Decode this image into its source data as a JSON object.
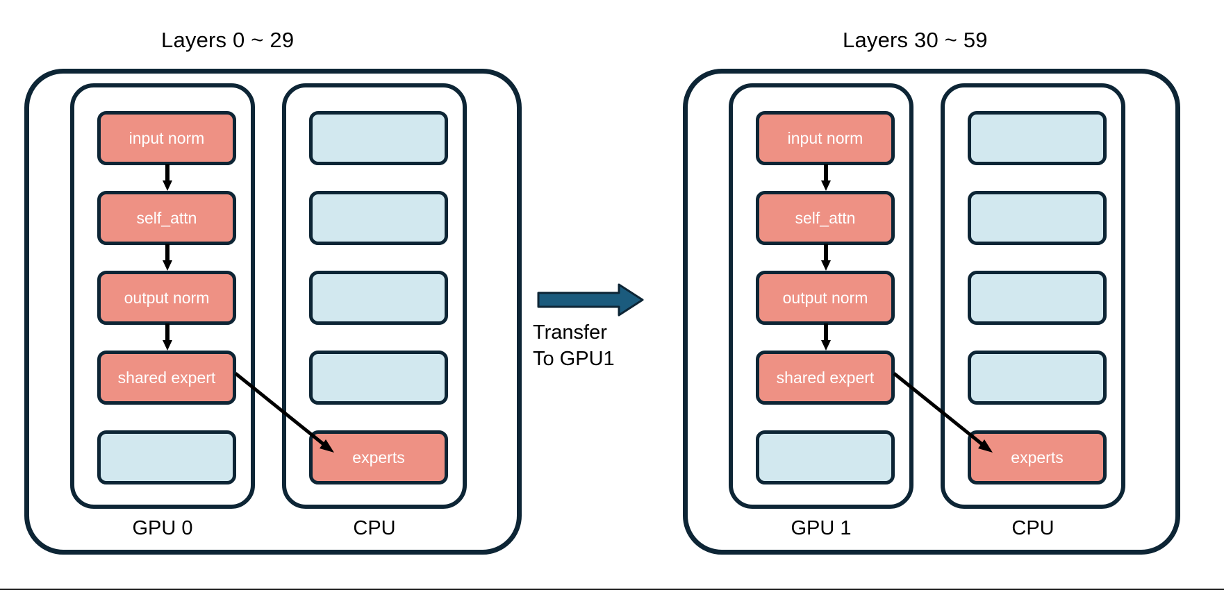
{
  "diagram": {
    "title_left": "Layers 0 ~ 29",
    "title_right": "Layers 30 ~ 59",
    "colors": {
      "stroke": "#0d2535",
      "active_block": "#ee9184",
      "inactive_block": "#d2e8ef",
      "transfer_arrow": "#1b5b7d",
      "flow_arrow": "#000000",
      "background": "#ffffff",
      "block_label": "#ffffff"
    },
    "devices": [
      {
        "id": "device-left",
        "title": "Layers 0 ~ 29",
        "columns": [
          {
            "id": "gpu0",
            "label": "GPU 0",
            "blocks": [
              {
                "label": "input norm",
                "state": "active"
              },
              {
                "label": "self_attn",
                "state": "active"
              },
              {
                "label": "output norm",
                "state": "active"
              },
              {
                "label": "shared expert",
                "state": "active"
              },
              {
                "label": "",
                "state": "inactive"
              }
            ]
          },
          {
            "id": "cpu0",
            "label": "CPU",
            "blocks": [
              {
                "label": "",
                "state": "inactive"
              },
              {
                "label": "",
                "state": "inactive"
              },
              {
                "label": "",
                "state": "inactive"
              },
              {
                "label": "",
                "state": "inactive"
              },
              {
                "label": "experts",
                "state": "active"
              }
            ]
          }
        ]
      },
      {
        "id": "device-right",
        "title": "Layers 30 ~ 59",
        "columns": [
          {
            "id": "gpu1",
            "label": "GPU 1",
            "blocks": [
              {
                "label": "input norm",
                "state": "active"
              },
              {
                "label": "self_attn",
                "state": "active"
              },
              {
                "label": "output norm",
                "state": "active"
              },
              {
                "label": "shared expert",
                "state": "active"
              },
              {
                "label": "",
                "state": "inactive"
              }
            ]
          },
          {
            "id": "cpu1",
            "label": "CPU",
            "blocks": [
              {
                "label": "",
                "state": "inactive"
              },
              {
                "label": "",
                "state": "inactive"
              },
              {
                "label": "",
                "state": "inactive"
              },
              {
                "label": "",
                "state": "inactive"
              },
              {
                "label": "experts",
                "state": "active"
              }
            ]
          }
        ]
      }
    ],
    "transfer": {
      "label": "Transfer\nTo GPU1",
      "label_line1": "Transfer",
      "label_line2": "To GPU1",
      "direction": "left-to-right",
      "from": "GPU 0",
      "to": "GPU 1"
    },
    "offload_edges": [
      {
        "from": "shared expert",
        "to": "experts",
        "device": "device-left"
      },
      {
        "from": "shared expert",
        "to": "experts",
        "device": "device-right"
      }
    ]
  }
}
